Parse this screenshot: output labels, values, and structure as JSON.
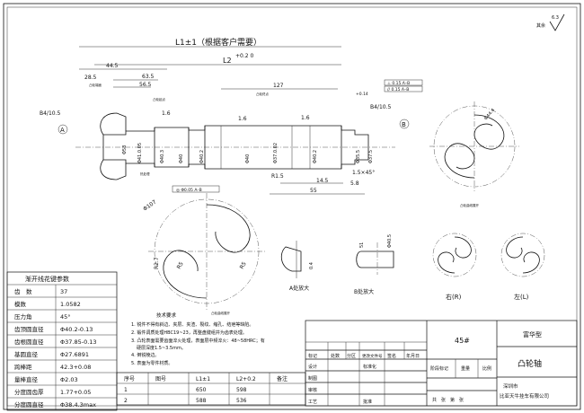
{
  "roughness": {
    "other_label": "其余",
    "value": "6.3"
  },
  "dims": {
    "L1": "L1±1（根据客户需要）",
    "L2": "L2",
    "L2_tol": "+0.2\n0",
    "d44_5": "44.5",
    "d28_5": "28.5",
    "d63_5": "63.5",
    "d56_5": "56.5",
    "d127": "127",
    "d0_14": "+0.14",
    "d1_6": "1.6",
    "center_hole": "B4/10.5",
    "datum_a": "A",
    "datum_b": "B",
    "dia58": "Φ58",
    "dia41": "Φ41.0.05",
    "dia40_3": "Φ40.3",
    "dia40": "Φ40",
    "dia40_2": "Φ40.2",
    "dia37": "Φ37.0.02",
    "dia35": "Φ35.5",
    "dia37b": "Φ37.5",
    "r1_5": "R1.5",
    "chamfer": "1.5×45°",
    "d14_5": "14.5",
    "d5_8": "5.8",
    "d55": "55",
    "dia44": "Φ44.4",
    "dia107": "Φ107",
    "r2_7": "R2.7",
    "r5": "R5",
    "d0_4": "0.4",
    "d51": "51",
    "dia40_5": "Φ40.5"
  },
  "notes": {
    "n1": "凸轮端面",
    "n2": "凸轮起点",
    "n3": "凸轮终点",
    "n4": "热处理",
    "n5": "凸轮曲线展开",
    "n6": "凸轮曲线展开"
  },
  "tol": {
    "f1": "⊥ 0.15  A–B",
    "f2": "// 0.15  A–B",
    "f3": "◎ Φ0.05  A–B"
  },
  "details": {
    "a": "A处放大",
    "b": "B处放大",
    "right": "右(R)",
    "left": "左(L)"
  },
  "spline": {
    "title": "渐开线花键参数",
    "rows": [
      {
        "label": "齿　数",
        "value": "37"
      },
      {
        "label": "模数",
        "value": "1.0582"
      },
      {
        "label": "压力角",
        "value": "45°"
      },
      {
        "label": "齿顶圆直径",
        "value": "Φ40.2-0.13"
      },
      {
        "label": "齿根圆直径",
        "value": "Φ37.85-0.13"
      },
      {
        "label": "基圆直径",
        "value": "Φ27.6891"
      },
      {
        "label": "跨棒距",
        "value": "42.3+0.08"
      },
      {
        "label": "量棒直径",
        "value": "Φ2.03"
      },
      {
        "label": "分度圆齿厚",
        "value": "1.77+0.05"
      },
      {
        "label": "分度圆直径",
        "value": "Φ38.4.3max"
      }
    ]
  },
  "tech": {
    "title": "技术要求",
    "items": [
      "1. 锐件不得有斜边、夹层、夹渣、裂纹、缩孔、结疤等缺陷。",
      "2. 锻件调质处理HBC19~23，再整盘键组并为齿表处理。",
      "3. 凸轮表面需要齿面淬火处理，表面层中频淬火：48~58HRC；有",
      "   硬层深度1.5~3.5mm。",
      "4. 倒锐棱边。",
      "5. 表面为零件材质。"
    ]
  },
  "size_table": {
    "headers": [
      "序号",
      "图号",
      "L1±1",
      "L2+0.2",
      "备注"
    ],
    "rows": [
      [
        "1",
        "",
        "650",
        "598",
        ""
      ],
      [
        "2",
        "",
        "588",
        "536",
        ""
      ]
    ]
  },
  "title_block": {
    "material": "45#",
    "series": "富华型",
    "part_name": "凸轮轴",
    "city": "深圳市",
    "company": "比亚天牛挂车有限公司",
    "headers": [
      "标记",
      "处数",
      "分区",
      "更改文件号",
      "签名",
      "年月日"
    ],
    "roles": [
      "设计",
      "标准化",
      "制图",
      "审核",
      "工艺",
      "批准"
    ],
    "stage_headers": [
      "阶段标记",
      "重量",
      "比例"
    ],
    "sheet_text": "共　张　第　张"
  }
}
